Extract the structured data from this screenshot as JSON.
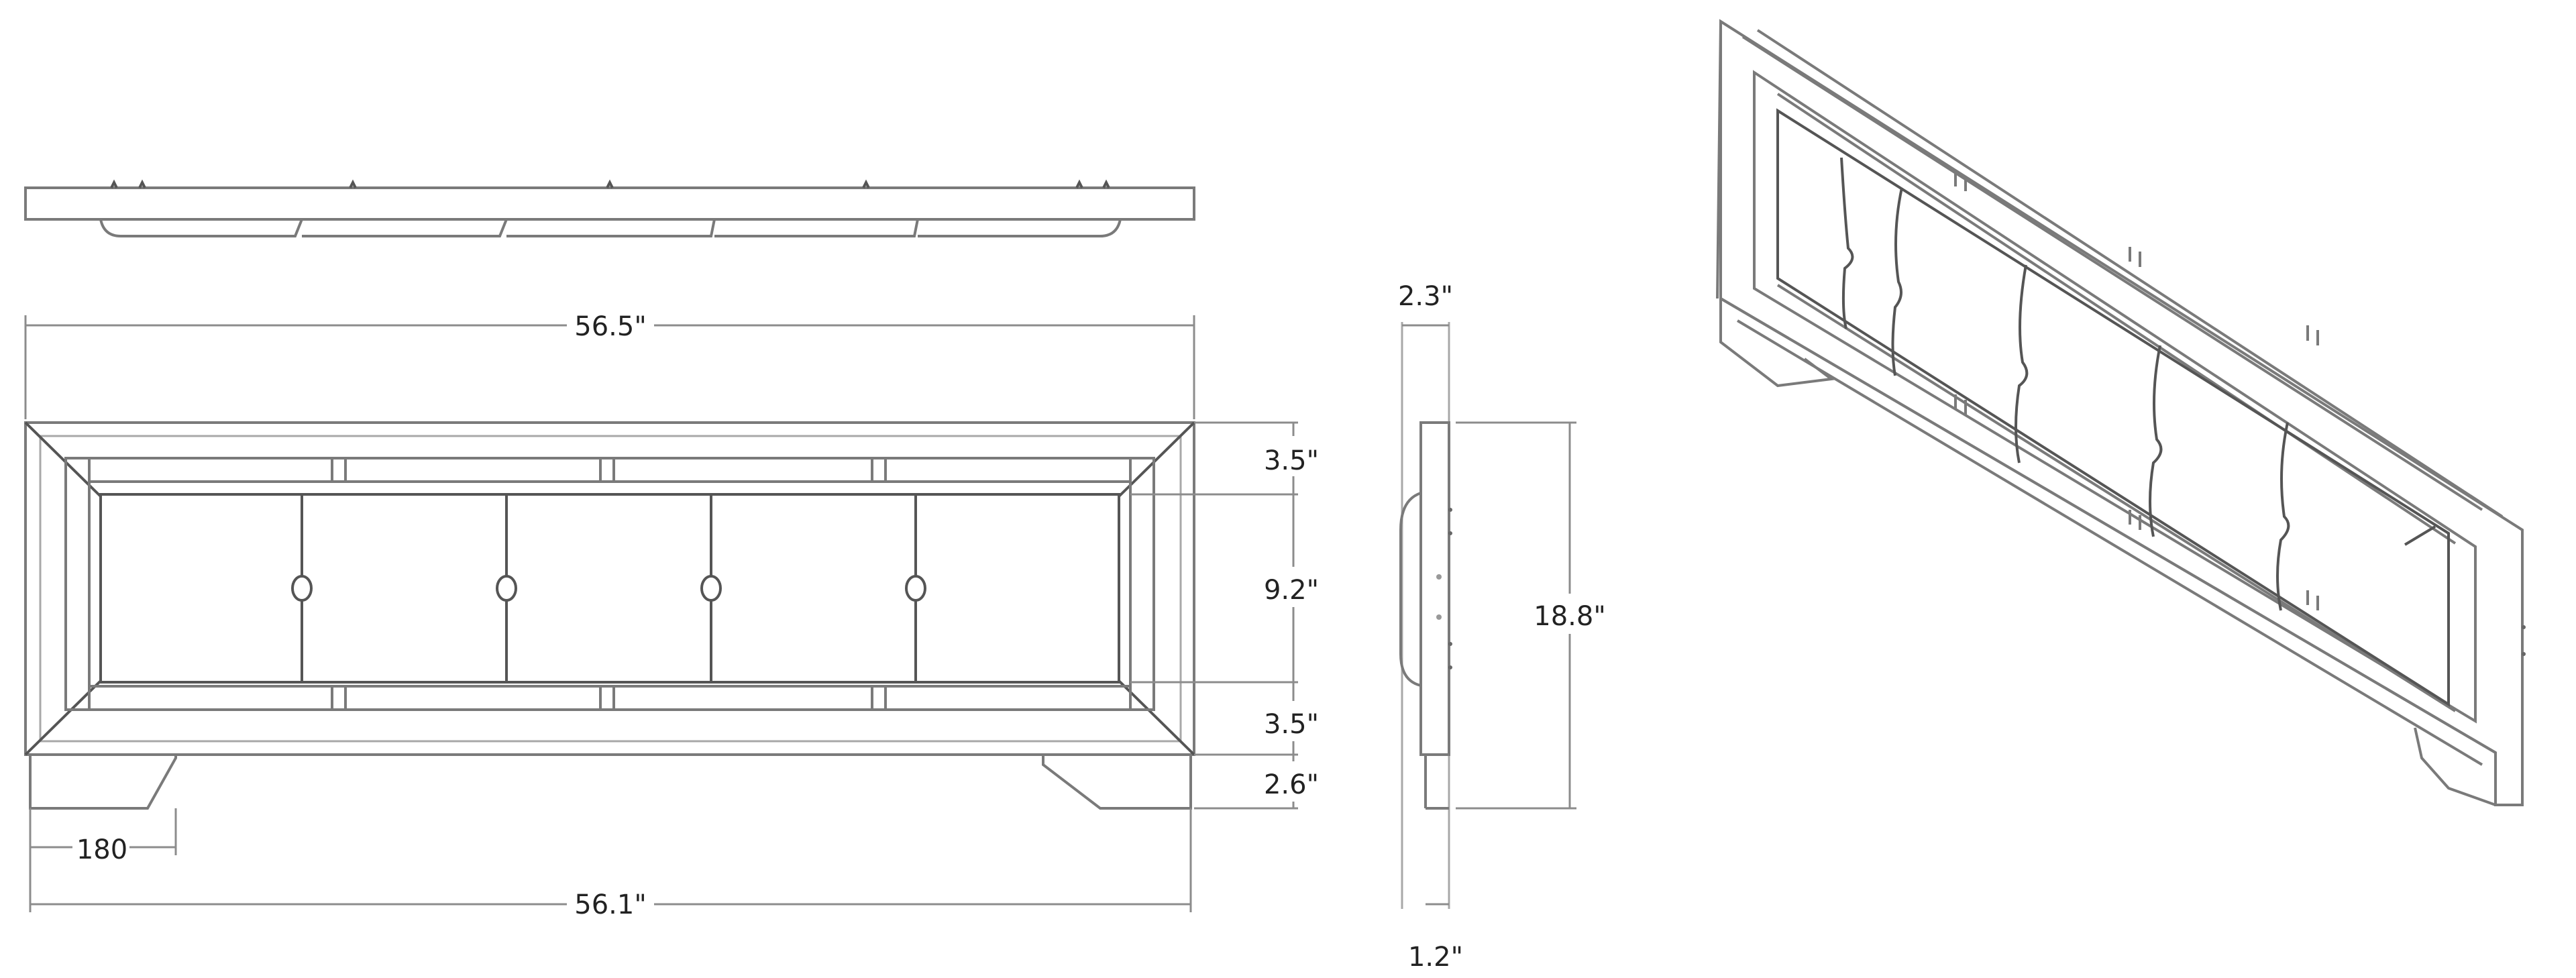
{
  "diagram": {
    "subject": "Upholstered tufted headboard dimension drawing",
    "views": [
      "top-view",
      "front-view",
      "side-view",
      "perspective-view"
    ],
    "dimensions": {
      "overall_width_top": "56.5\"",
      "overall_width_bottom": "56.1\"",
      "leg_width": "180",
      "top_rail_height": "3.5\"",
      "panel_height": "9.2\"",
      "bottom_rail_height": "3.5\"",
      "leg_height": "2.6\"",
      "overall_height": "18.8\"",
      "depth_top": "2.3\"",
      "depth_bottom": "1.2\""
    },
    "tufted_panels": 5,
    "tuft_buttons": 4,
    "colors": {
      "line": "#7a7a7a",
      "text": "#222222",
      "background": "#ffffff"
    }
  }
}
